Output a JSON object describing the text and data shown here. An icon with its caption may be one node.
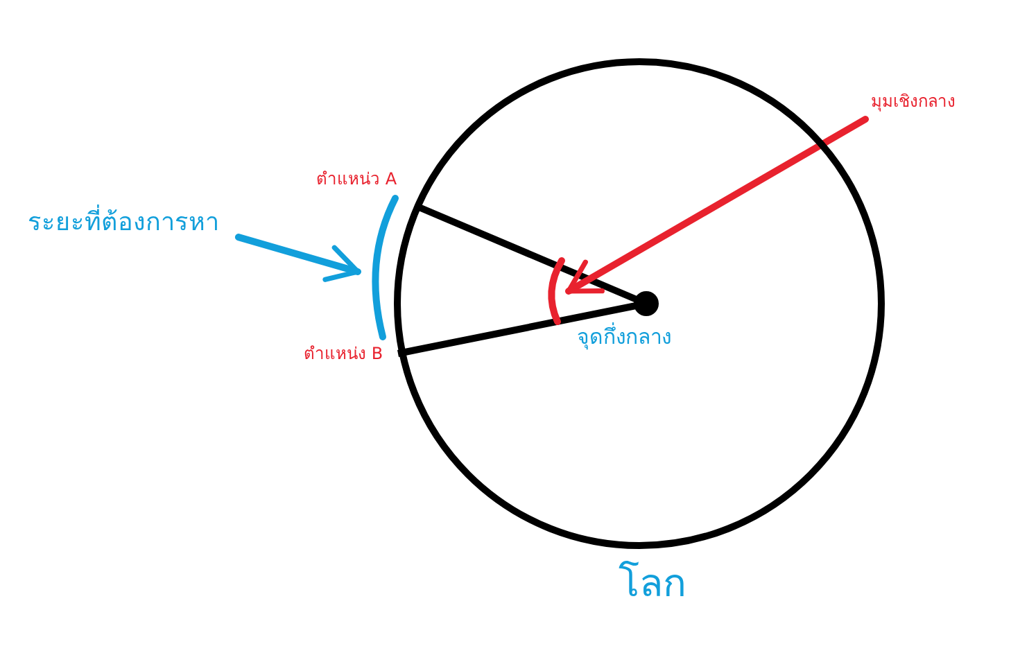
{
  "diagram": {
    "nodes": [
      {
        "text": [
          "โลก"
        ]
      },
      {
        "text": [
          "มุมเชิงกลาง"
        ]
      },
      {
        "text": [
          "ระยะที่ต้องการหา"
        ]
      },
      {
        "text": [],
        "shape": "arc"
      },
      {
        "text": [],
        "shape": "arc",
        "in": 0
      },
      {
        "text": [],
        "shape": "circle",
        "beside": [
          "จุดกึ่งกลาง"
        ],
        "in": 0
      }
    ],
    "edges": [
      {
        "from": 1,
        "to": 4,
        "arrow": "to",
        "color": "#e8222e"
      },
      {
        "from": 2,
        "to": 3,
        "arrow": "to",
        "color": "#129fdb"
      }
    ],
    "labels": [
      "ตำแหน่ว A",
      "ตำแหน่ง B"
    ]
  }
}
